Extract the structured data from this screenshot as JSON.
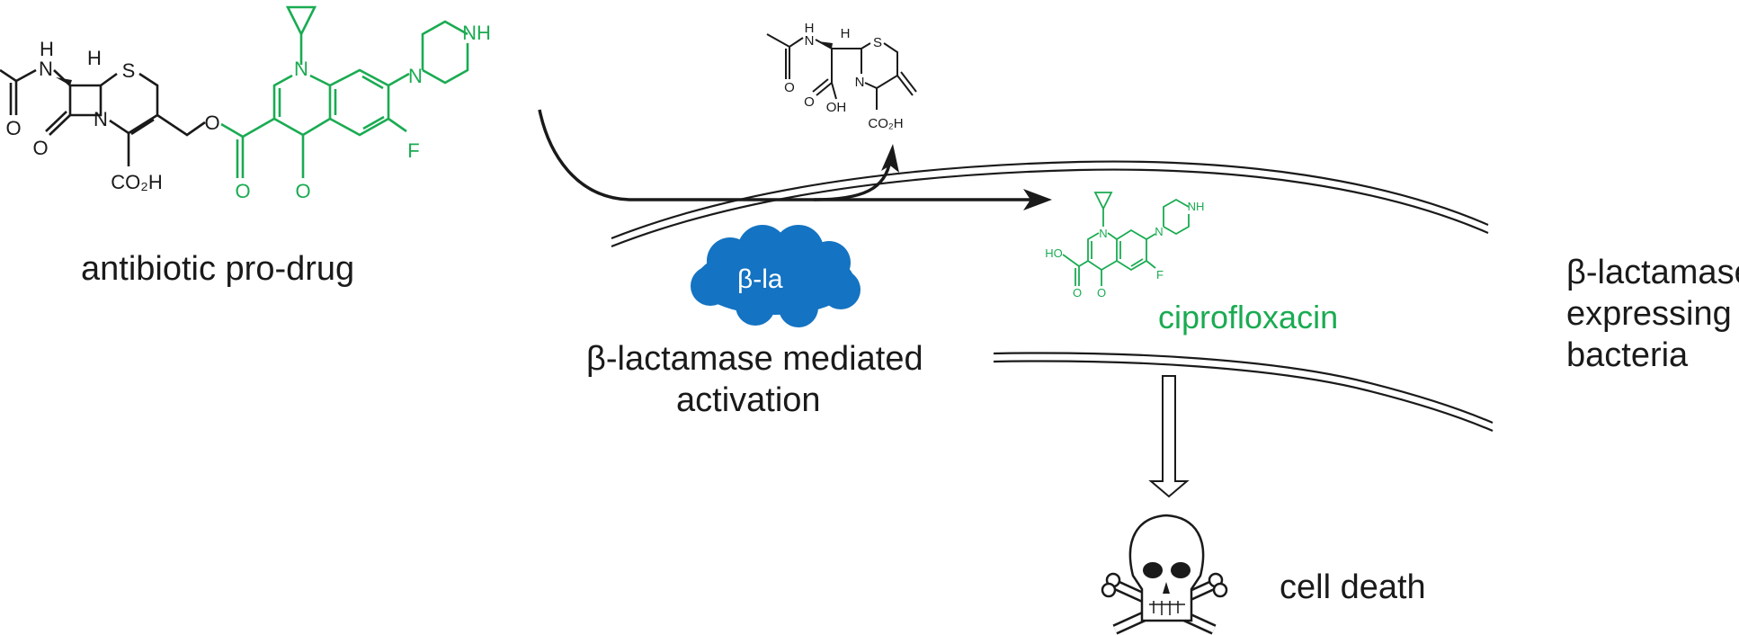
{
  "diagram": {
    "title": "beta-lactamase activated antibiotic pro-drug",
    "colors": {
      "ink": "#1a1a1a",
      "drug_green": "#1aab52",
      "enzyme_blue": "#1473c2",
      "background": "#ffffff"
    },
    "prodrug": {
      "label": "antibiotic pro-drug",
      "atoms": {
        "nh": "N",
        "h_amide": "H",
        "h_stereo": "H",
        "s": "S",
        "n_ring": "N",
        "o_ketone": "O",
        "o_amide": "O",
        "co2h": "CO₂H",
        "o_ester": "O",
        "o_carbonyl": "O",
        "o_quinolone": "O",
        "n_quinolone": "N",
        "n_piperazine": "N",
        "nh_piperazine": "NH",
        "f": "F"
      }
    },
    "byproduct": {
      "atoms": {
        "nh": "N",
        "h_amide": "H",
        "h_stereo": "H",
        "s": "S",
        "n_ring": "N",
        "o_amide": "O",
        "o_acid": "O",
        "oh": "OH",
        "co2h": "CO₂H"
      }
    },
    "enzyme": {
      "label": "β-la",
      "icon": "cloud-icon"
    },
    "activation_label": {
      "line1": "β-lactamase mediated",
      "line2": "activation"
    },
    "product": {
      "label": "ciprofloxacin",
      "atoms": {
        "ho": "HO",
        "n_quinolone": "N",
        "n_piperazine": "N",
        "nh_piperazine": "NH",
        "f": "F",
        "o_acid": "O",
        "o_ketone": "O"
      }
    },
    "bacteria_label": {
      "line1": "β-lactamase",
      "line2": "expressing",
      "line3": "bacteria"
    },
    "outcome": {
      "label": "cell death",
      "icon": "skull-crossbones-icon"
    }
  }
}
